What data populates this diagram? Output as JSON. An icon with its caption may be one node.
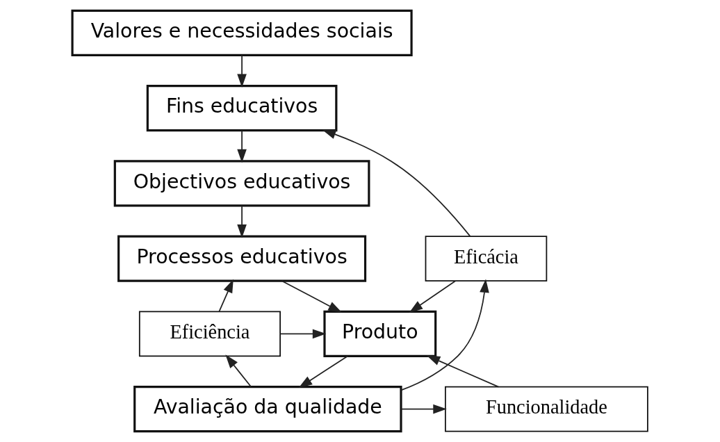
{
  "diagram": {
    "nodes": [
      {
        "text": [
          "Valores e necessidades sociais"
        ]
      },
      {
        "text": [
          "Fins educativos"
        ]
      },
      {
        "text": [
          "Objectivos educativos"
        ]
      },
      {
        "text": [
          "Eficácia"
        ]
      },
      {
        "text": [
          "Processos educativos"
        ]
      },
      {
        "text": [
          "Eficiência"
        ]
      },
      {
        "text": [
          "Produto"
        ]
      },
      {
        "text": [
          "Funcionalidade"
        ]
      },
      {
        "text": [
          "Avaliação da qualidade"
        ]
      }
    ],
    "edges": [
      {
        "from": 0,
        "to": 1,
        "arrow": "to"
      },
      {
        "from": 1,
        "to": 2,
        "arrow": "to"
      },
      {
        "from": 2,
        "to": 4,
        "arrow": "to"
      },
      {
        "from": 4,
        "to": 6,
        "arrow": "to"
      },
      {
        "from": 6,
        "to": 8,
        "arrow": "to"
      },
      {
        "from": 5,
        "to": 4,
        "arrow": "to"
      },
      {
        "from": 5,
        "to": 6,
        "arrow": "to"
      },
      {
        "from": 7,
        "to": 6,
        "arrow": "to"
      },
      {
        "from": 3,
        "to": 6,
        "arrow": "to"
      },
      {
        "from": 3,
        "to": 1,
        "arrow": "to"
      },
      {
        "from": 8,
        "to": 3,
        "arrow": "to"
      },
      {
        "from": 8,
        "to": 5,
        "arrow": "to"
      },
      {
        "from": 8,
        "to": 7,
        "arrow": "to"
      }
    ]
  }
}
